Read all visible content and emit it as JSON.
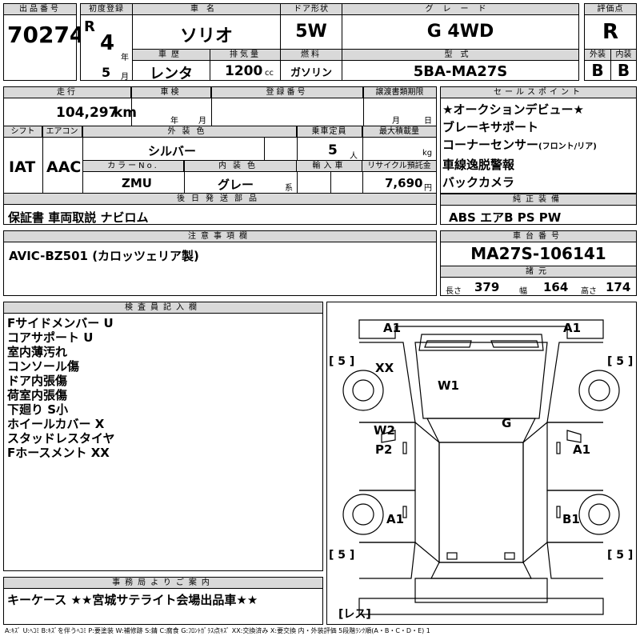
{
  "header": {
    "lot_no": {
      "label": "出品番号",
      "value": "70274"
    },
    "first_reg": {
      "label": "初度登録",
      "era": "R",
      "year": "4",
      "year_unit": "年",
      "month": "5",
      "month_unit": "月"
    },
    "car_name": {
      "label": "車名",
      "value": "ソリオ"
    },
    "door": {
      "label": "ドア形状",
      "value": "5W"
    },
    "grade": {
      "label": "グレード",
      "value": "G 4WD"
    },
    "score": {
      "label": "評価点",
      "value": "R"
    },
    "history": {
      "label": "車歴",
      "value": "レンタ"
    },
    "displacement": {
      "label": "排気量",
      "value": "1200",
      "unit": "cc"
    },
    "fuel": {
      "label": "燃料",
      "value": "ガソリン"
    },
    "model": {
      "label": "型式",
      "value": "5BA-MA27S"
    },
    "exterior": {
      "label": "外装",
      "value": "B"
    },
    "interior": {
      "label": "内装",
      "value": "B"
    }
  },
  "row2": {
    "mileage": {
      "label": "走行",
      "value": "104,297",
      "unit": "km"
    },
    "inspection": {
      "label": "車検",
      "year_unit": "年",
      "month_unit": "月"
    },
    "reg_no": {
      "label": "登録番号"
    },
    "transfer": {
      "label": "譲渡書類期限",
      "month_unit": "月",
      "day_unit": "日"
    },
    "shift": {
      "label": "シフト",
      "value": "IAT"
    },
    "aircon": {
      "label": "エアコン",
      "value": "AAC"
    },
    "ext_color": {
      "label": "外装色",
      "value": "シルバー"
    },
    "capacity": {
      "label": "乗車定員",
      "value": "5",
      "unit": "人"
    },
    "load": {
      "label": "最大積載量",
      "unit": "kg"
    },
    "color_no": {
      "label": "カラーNo.",
      "value": "ZMU"
    },
    "int_color": {
      "label": "内装色",
      "value": "グレー",
      "unit": "系"
    },
    "import": {
      "label": "輸入車"
    },
    "recycle": {
      "label": "リサイクル預託金",
      "value": "7,690",
      "unit": "円"
    },
    "later_parts": {
      "label": "後日発送部品",
      "value": "保証書 車両取説 ナビロム"
    }
  },
  "sales_points": {
    "label": "セールスポイント",
    "items": [
      "★オークションデビュー★",
      "ブレーキサポート",
      "コーナーセンサー",
      "車線逸脱警報",
      "バックカメラ"
    ],
    "corner_suffix": "(フロント/リア)"
  },
  "equipment": {
    "label": "純正装備",
    "value": "ABS エアB PS PW"
  },
  "caution": {
    "label": "注意事項欄",
    "value": "AVIC-BZ501 (カロッツェリア製)"
  },
  "chassis": {
    "label": "車台番号",
    "value": "MA27S-106141",
    "dims_label": "諸元",
    "length_label": "長さ",
    "length": "379",
    "width_label": "幅",
    "width": "164",
    "height_label": "高さ",
    "height": "174"
  },
  "inspector": {
    "label": "検査員記入欄",
    "notes": [
      "Fサイドメンバー U",
      "コアサポート U",
      "室内薄汚れ",
      "コンソール傷",
      "ドア内張傷",
      "荷室内張傷",
      "下廻り S小",
      "ホイールカバー X",
      "スタッドレスタイヤ",
      "Fホースメント XX"
    ]
  },
  "diagram": {
    "marks": {
      "front_left": "A1",
      "front_right": "A1",
      "xx": "XX",
      "w1": "W1",
      "g": "G",
      "w2": "W2",
      "p2": "P2",
      "right_door": "A1",
      "rear_left": "A1",
      "rear_right": "B1"
    },
    "tires": {
      "fl": "[ 5 ]",
      "fr": "[ 5 ]",
      "rl": "[ 5 ]",
      "rr": "[ 5 ]",
      "spare": "[レス]"
    }
  },
  "office": {
    "label": "事務局よりご案内",
    "value": "キーケース ★★宮城サテライト会場出品車★★"
  },
  "legend": "A:ｷｽﾞ U:ﾍｺﾐ B:ｷｽﾞを伴うﾍｺﾐ P:要塗装 W:補修跡 S:錆 C:腐食 G:ﾌﾛﾝﾄｶﾞﾗｽ点ｷｽﾞ XX:交換済み X:要交換 内・外装評価 5段階ﾗﾝｸ順(A・B・C・D・E) 1"
}
